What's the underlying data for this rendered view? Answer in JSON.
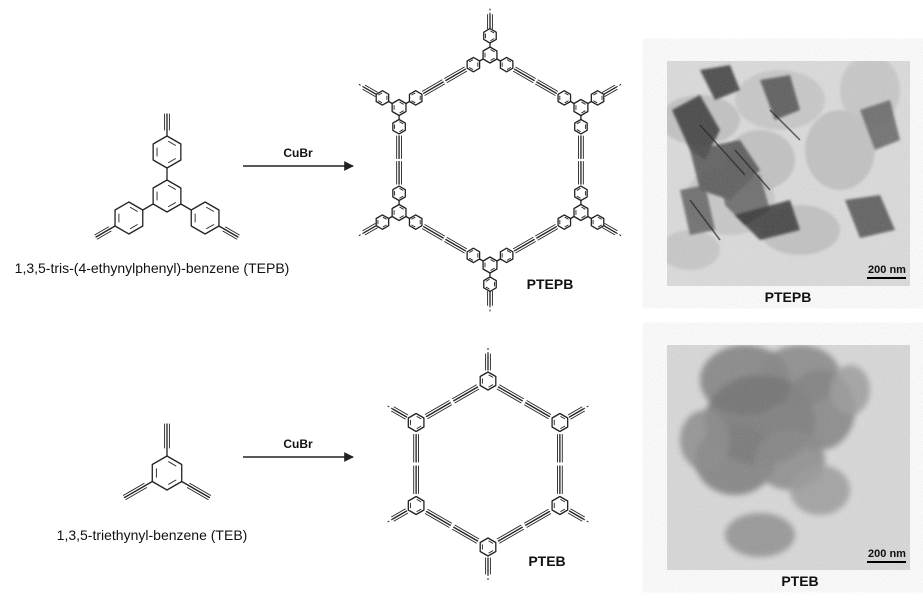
{
  "reactions": [
    {
      "monomer_name": "1,3,5-tris-(4-ethynylphenyl)-benzene (TEPB)",
      "catalyst": "CuBr",
      "polymer_name": "PTEPB",
      "micrograph_caption": "PTEPB",
      "scale_bar": "200 nm"
    },
    {
      "monomer_name": "1,3,5-triethynyl-benzene (TEB)",
      "catalyst": "CuBr",
      "polymer_name": "PTEB",
      "micrograph_caption": "PTEB",
      "scale_bar": "200 nm"
    }
  ],
  "colors": {
    "ink": "#222222",
    "micrograph_bg": "#d9d9d9",
    "flake_dark": "#3a3a3a"
  },
  "icons": [
    "arrow-right-icon",
    "benzene-ring-icon",
    "scale-bar-icon"
  ]
}
